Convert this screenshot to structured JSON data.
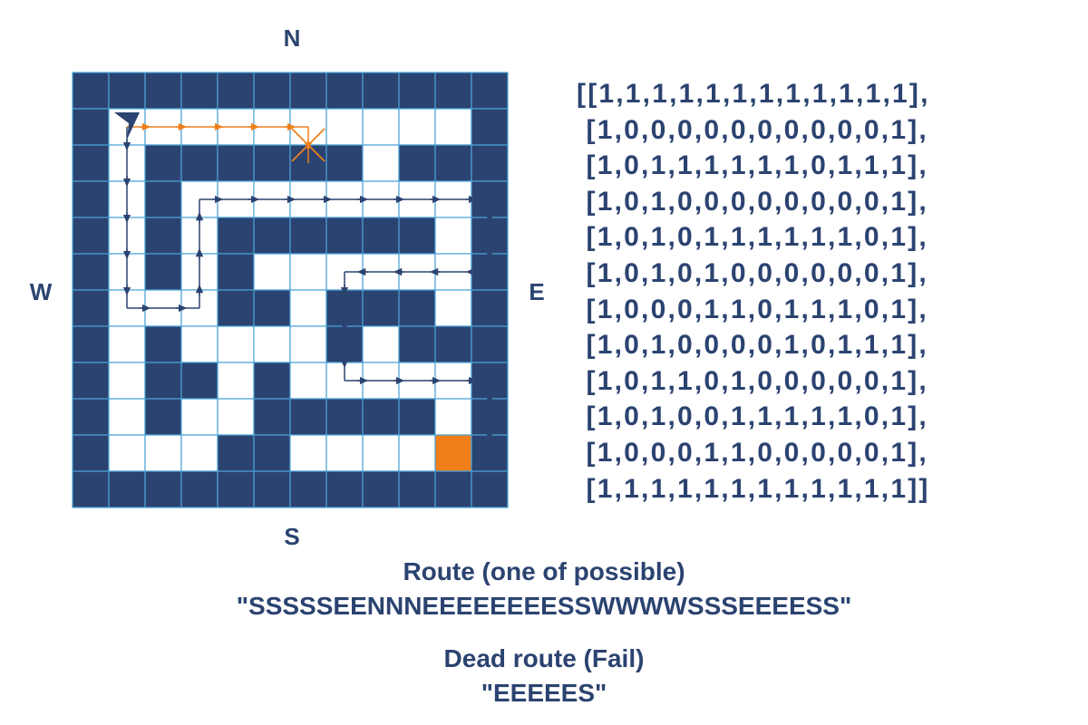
{
  "compass": {
    "north": "N",
    "south": "S",
    "west": "W",
    "east": "E"
  },
  "colors": {
    "wall": "#2b4370",
    "open": "#ffffff",
    "grid_line": "#4aa3d8",
    "route": "#2b4370",
    "dead_route": "#f07f1a",
    "goal": "#f07f1a"
  },
  "maze": {
    "rows": [
      [
        1,
        1,
        1,
        1,
        1,
        1,
        1,
        1,
        1,
        1,
        1,
        1
      ],
      [
        1,
        0,
        0,
        0,
        0,
        0,
        0,
        0,
        0,
        0,
        0,
        1
      ],
      [
        1,
        0,
        1,
        1,
        1,
        1,
        1,
        1,
        0,
        1,
        1,
        1
      ],
      [
        1,
        0,
        1,
        0,
        0,
        0,
        0,
        0,
        0,
        0,
        0,
        1
      ],
      [
        1,
        0,
        1,
        0,
        1,
        1,
        1,
        1,
        1,
        1,
        0,
        1
      ],
      [
        1,
        0,
        1,
        0,
        1,
        0,
        0,
        0,
        0,
        0,
        0,
        1
      ],
      [
        1,
        0,
        0,
        0,
        1,
        1,
        0,
        1,
        1,
        1,
        0,
        1
      ],
      [
        1,
        0,
        1,
        0,
        0,
        0,
        0,
        1,
        0,
        1,
        1,
        1
      ],
      [
        1,
        0,
        1,
        1,
        0,
        1,
        0,
        0,
        0,
        0,
        0,
        1
      ],
      [
        1,
        0,
        1,
        0,
        0,
        1,
        1,
        1,
        1,
        1,
        0,
        1
      ],
      [
        1,
        0,
        0,
        0,
        1,
        1,
        0,
        0,
        0,
        0,
        0,
        1
      ],
      [
        1,
        1,
        1,
        1,
        1,
        1,
        1,
        1,
        1,
        1,
        1,
        1
      ]
    ],
    "start": [
      1,
      1
    ],
    "goal": [
      10,
      10
    ]
  },
  "matrix_lines": [
    "[[1,1,1,1,1,1,1,1,1,1,1,1],",
    " [1,0,0,0,0,0,0,0,0,0,0,1],",
    " [1,0,1,1,1,1,1,1,0,1,1,1],",
    " [1,0,1,0,0,0,0,0,0,0,0,1],",
    " [1,0,1,0,1,1,1,1,1,1,0,1],",
    " [1,0,1,0,1,0,0,0,0,0,0,1],",
    " [1,0,0,0,1,1,0,1,1,1,0,1],",
    " [1,0,1,0,0,0,0,1,0,1,1,1],",
    " [1,0,1,1,0,1,0,0,0,0,0,1],",
    " [1,0,1,0,0,1,1,1,1,1,0,1],",
    " [1,0,0,0,1,1,0,0,0,0,0,1],",
    " [1,1,1,1,1,1,1,1,1,1,1,1]]"
  ],
  "route": {
    "title": "Route (one of possible)",
    "value": "\"SSSSSEENNNEEEEEEEESSWWWWSSSEEEESS\"",
    "moves": "SSSSSEENNNEEEEEEEESSWWWWSSSEEEESS"
  },
  "dead_route": {
    "title": "Dead route (Fail)",
    "value": "\"EEEEES\"",
    "moves": "EEEEES"
  }
}
